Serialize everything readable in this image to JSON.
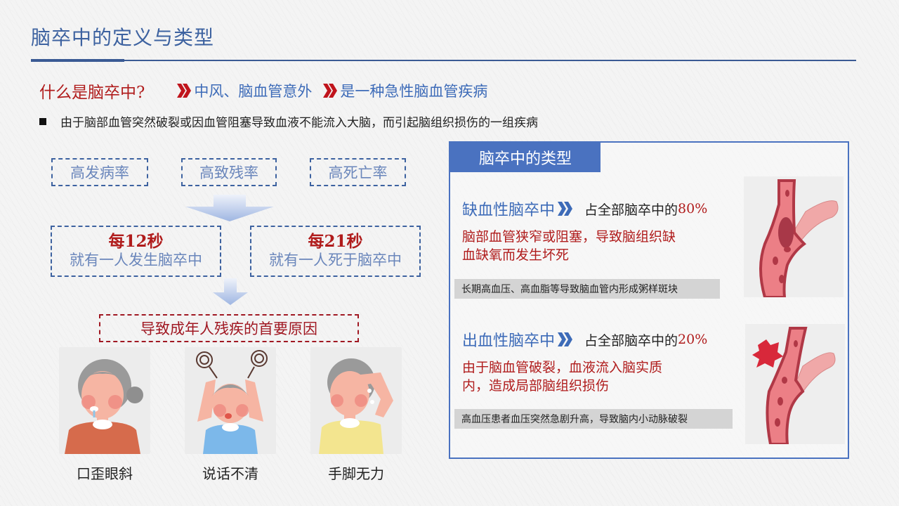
{
  "page": {
    "title": "脑卒中的定义与类型"
  },
  "definition": {
    "question": "什么是脑卒中?",
    "alias": "中风、脑血管意外",
    "summary": "是一种急性脑血管疾病",
    "bullet": "由于脑部血管突然破裂或因血管阻塞导致血液不能流入大脑，而引起脑组织损伤的一组疾病"
  },
  "rates": [
    {
      "label": "高发病率"
    },
    {
      "label": "高致残率"
    },
    {
      "label": "高死亡率"
    }
  ],
  "stats": [
    {
      "main": "每12秒",
      "sub": "就有一人发生脑卒中"
    },
    {
      "main": "每21秒",
      "sub": "就有一人死于脑卒中"
    }
  ],
  "cause": {
    "label": "导致成年人残疾的首要原因"
  },
  "symptoms": [
    {
      "label": "口歪眼斜",
      "icon": "drooling-face-illustration"
    },
    {
      "label": "说话不清",
      "icon": "confused-speech-illustration"
    },
    {
      "label": "手脚无力",
      "icon": "weak-limbs-illustration"
    }
  ],
  "types_panel": {
    "title": "脑卒中的类型",
    "types": [
      {
        "name": "缺血性脑卒中",
        "share_prefix": "占全部脑卒中的",
        "share_pct": "80%",
        "description": "脑部血管狭窄或阻塞，导致脑组织缺血缺氧而发生坏死",
        "note": "长期高血压、高血脂等导致脑血管内形成粥样斑块",
        "icon": "blocked-vessel-illustration"
      },
      {
        "name": "出血性脑卒中",
        "share_prefix": "占全部脑卒中的",
        "share_pct": "20%",
        "description": "由于脑血管破裂，血液流入脑实质内，造成局部脑组织损伤",
        "note": "高血压患者血压突然急剧升高，导致脑内小动脉破裂",
        "icon": "ruptured-vessel-illustration"
      }
    ]
  },
  "colors": {
    "title_blue": "#3d62a0",
    "accent_blue": "#4a72c0",
    "accent_red": "#b01c1c",
    "note_gray": "#d4d4d4"
  }
}
